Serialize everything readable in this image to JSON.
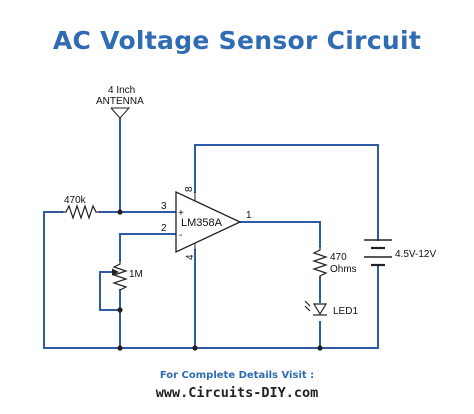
{
  "title": "AC Voltage Sensor Circuit",
  "colors": {
    "title": "#2f6cb3",
    "wire": "#2e5aa8",
    "component": "#222222",
    "footer_accent": "#2f6cb3",
    "footer_text": "#222222"
  },
  "components": {
    "antenna": {
      "size_label": "4 Inch",
      "name": "ANTENNA"
    },
    "resistor_input": {
      "value": "470k"
    },
    "potentiometer": {
      "value": "1M"
    },
    "opamp": {
      "part": "LM358A",
      "pin_3": "3",
      "pin_2": "2",
      "pin_1": "1",
      "pin_8": "8",
      "pin_4": "4",
      "plus_sign": "+",
      "minus_sign": "-"
    },
    "resistor_led": {
      "value": "470",
      "unit": "Ohms"
    },
    "led": {
      "name": "LED1"
    },
    "battery": {
      "value": "4.5V-12V"
    }
  },
  "footer": {
    "line1": "For Complete Details Visit :",
    "line2": "www.Circuits-DIY.com"
  }
}
